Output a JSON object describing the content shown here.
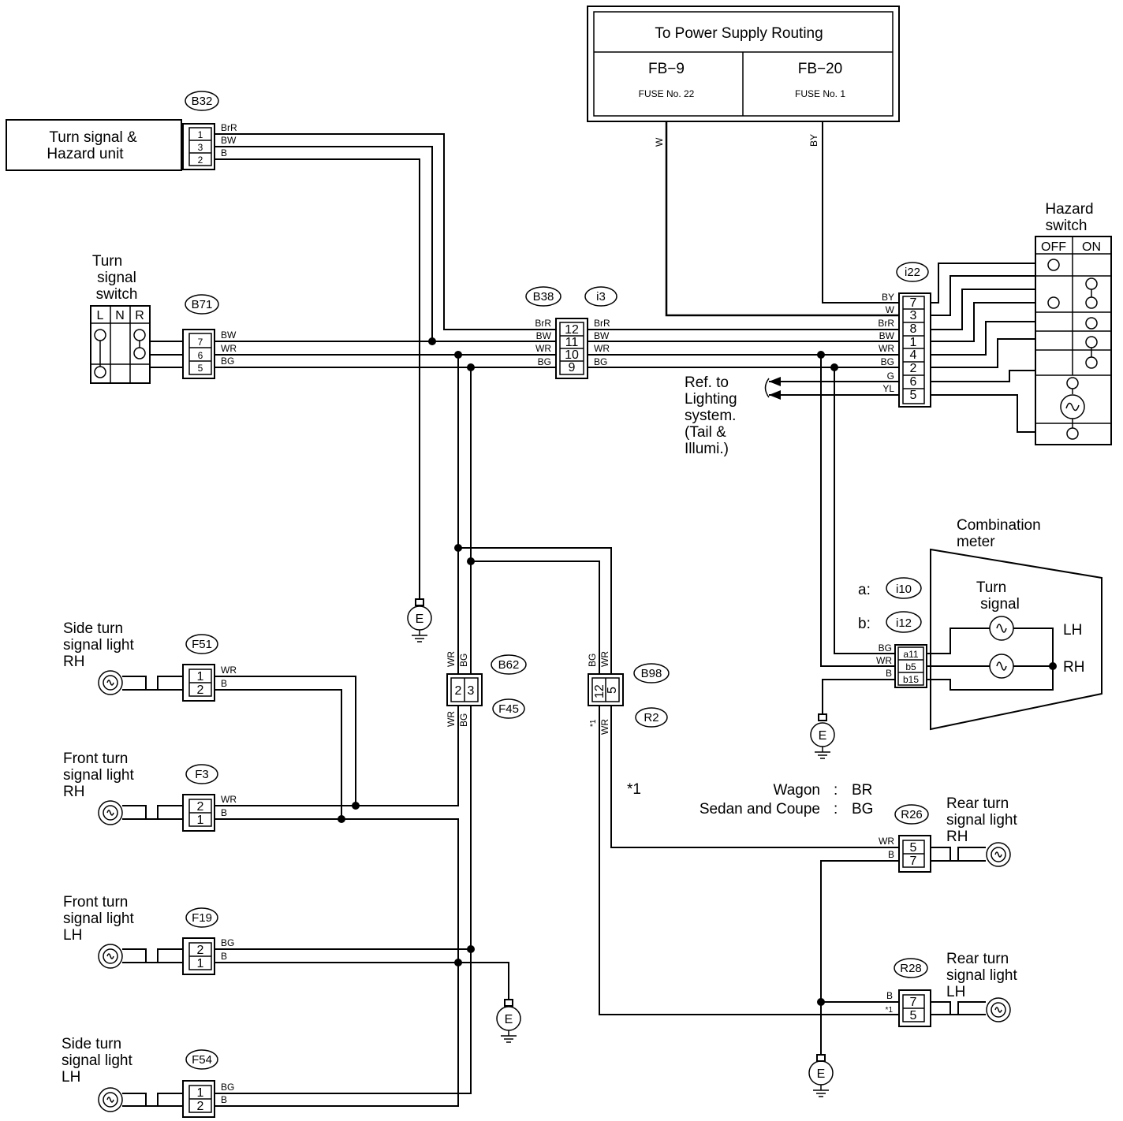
{
  "power_supply": {
    "title": "To Power Supply Routing",
    "left": {
      "name": "FB−9",
      "fuse": "FUSE No. 22",
      "wire": "W"
    },
    "right": {
      "name": "FB−20",
      "fuse": "FUSE No. 1",
      "wire": "BY"
    }
  },
  "hazard_unit": {
    "title_line1": "Turn signal &",
    "title_line2": "Hazard unit",
    "connector": "B32",
    "pins": [
      "1",
      "3",
      "2"
    ],
    "wires": [
      "BrR",
      "BW",
      "B"
    ]
  },
  "turn_switch": {
    "title_line1": "Turn",
    "title_line2": "signal",
    "title_line3": "switch",
    "positions": [
      "L",
      "N",
      "R"
    ],
    "connector": "B71",
    "pins": [
      "7",
      "6",
      "5"
    ],
    "wires": [
      "BW",
      "WR",
      "BG"
    ]
  },
  "junction": {
    "connector_left": "B38",
    "connector_right": "i3",
    "left_wires": [
      "BrR",
      "BW",
      "WR",
      "BG"
    ],
    "pins": [
      "12",
      "11",
      "10",
      "9"
    ],
    "right_wires": [
      "BrR",
      "BW",
      "WR",
      "BG"
    ]
  },
  "hazard_switch": {
    "title_line1": "Hazard",
    "title_line2": "switch",
    "off_label": "OFF",
    "on_label": "ON",
    "connector": "i22",
    "wires": [
      "BY",
      "W",
      "BrR",
      "BW",
      "WR",
      "BG",
      "G",
      "YL"
    ],
    "pins": [
      "7",
      "3",
      "8",
      "1",
      "4",
      "2",
      "6",
      "5"
    ]
  },
  "lighting_ref": {
    "line1": "Ref. to",
    "line2": "Lighting",
    "line3": "system.",
    "line4": "(Tail &",
    "line5": "Illumi.)"
  },
  "combination_meter": {
    "title_line1": "Combination",
    "title_line2": "meter",
    "label_a": "a:",
    "conn_a": "i10",
    "label_b": "b:",
    "conn_b": "i12",
    "turn_line1": "Turn",
    "turn_line2": "signal",
    "lh": "LH",
    "rh": "RH",
    "wires": [
      "BG",
      "WR",
      "B"
    ],
    "pins": [
      "a11",
      "b5",
      "b15"
    ]
  },
  "b62": {
    "connector": "B62",
    "connector2": "F45",
    "pins": [
      "2",
      "3"
    ],
    "top_wires": [
      "WR",
      "BG"
    ],
    "bottom_wires": [
      "WR",
      "BG"
    ]
  },
  "b98": {
    "connector": "B98",
    "connector2": "R2",
    "pins": [
      "12",
      "5"
    ],
    "top_wires": [
      "BG",
      "WR"
    ],
    "bottom_mark": "*1",
    "bottom_wire": "WR"
  },
  "note": {
    "mark": "*1",
    "row1_label": "Wagon",
    "row1_sep": ":",
    "row1_value": "BR",
    "row2_label": "Sedan and Coupe",
    "row2_sep": ":",
    "row2_value": "BG"
  },
  "lights": {
    "side_rh": {
      "line1": "Side turn",
      "line2": "signal light",
      "line3": "RH",
      "connector": "F51",
      "pins": [
        "1",
        "2"
      ],
      "wires": [
        "WR",
        "B"
      ]
    },
    "front_rh": {
      "line1": "Front turn",
      "line2": "signal light",
      "line3": "RH",
      "connector": "F3",
      "pins": [
        "2",
        "1"
      ],
      "wires": [
        "WR",
        "B"
      ]
    },
    "front_lh": {
      "line1": "Front turn",
      "line2": "signal light",
      "line3": "LH",
      "connector": "F19",
      "pins": [
        "2",
        "1"
      ],
      "wires": [
        "BG",
        "B"
      ]
    },
    "side_lh": {
      "line1": "Side turn",
      "line2": "signal light",
      "line3": "LH",
      "connector": "F54",
      "pins": [
        "1",
        "2"
      ],
      "wires": [
        "BG",
        "B"
      ]
    },
    "rear_rh": {
      "line1": "Rear turn",
      "line2": "signal light",
      "line3": "RH",
      "connector": "R26",
      "pins": [
        "5",
        "7"
      ],
      "wires": [
        "WR",
        "B"
      ]
    },
    "rear_lh": {
      "line1": "Rear turn",
      "line2": "signal light",
      "line3": "LH",
      "connector": "R28",
      "pins": [
        "7",
        "5"
      ],
      "wires": [
        "B",
        "*1"
      ]
    }
  },
  "ground_label": "E"
}
